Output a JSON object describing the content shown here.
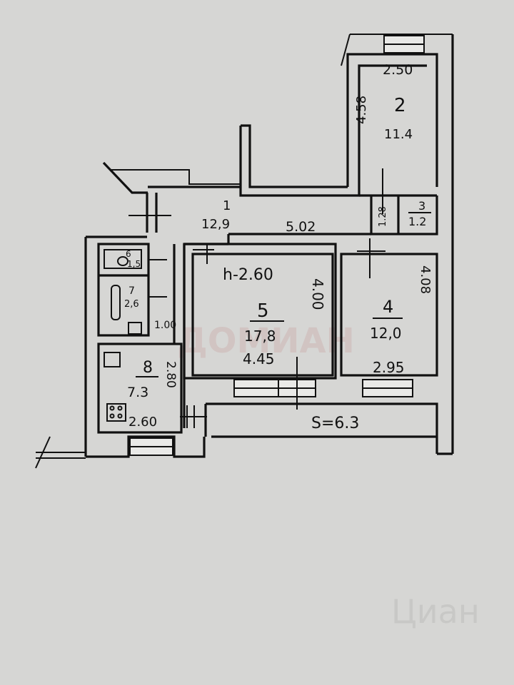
{
  "plan": {
    "ceiling_height": "h-2.60",
    "overall_dimension": "5.02",
    "rooms": [
      {
        "id": "1",
        "area": "12,9"
      },
      {
        "id": "2",
        "area": "11.4",
        "width": "2.50",
        "length": "4.58"
      },
      {
        "id": "3",
        "area": "1.2",
        "width": "1.28"
      },
      {
        "id": "4",
        "area": "12,0",
        "width": "2.95",
        "length": "4.08"
      },
      {
        "id": "5",
        "area": "17,8",
        "width": "4.45",
        "length": "4.00"
      },
      {
        "id": "6",
        "area": "1,5"
      },
      {
        "id": "7",
        "area": "2,6",
        "width": "1.00"
      },
      {
        "id": "8",
        "area": "7.3",
        "width": "2.60",
        "length": "2.80"
      }
    ],
    "balcony": "S=6.3"
  },
  "watermarks": {
    "center": "ДОМИАН",
    "corner_brand": "Циан"
  },
  "colors": {
    "paper": "#d6d6d4",
    "ink": "#111111",
    "watermark": "#c9a3a3"
  }
}
